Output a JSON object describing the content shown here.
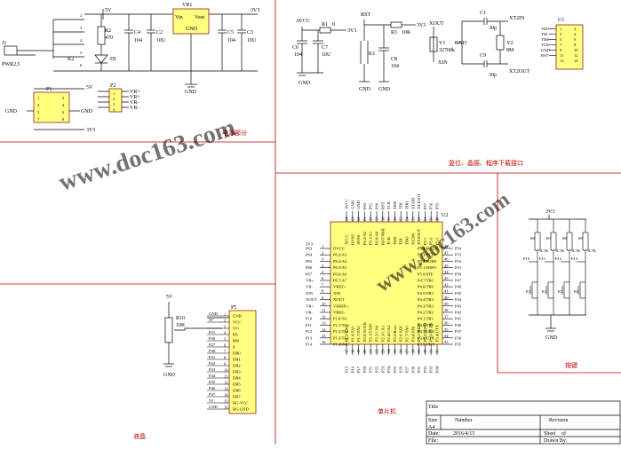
{
  "sections": {
    "power": "电源部分",
    "reset": "复位、晶振、程序下载接口",
    "mcu": "单片机",
    "lcd": "液晶",
    "keys": "按键"
  },
  "power": {
    "jack": "J1",
    "jack_label": "PWR2.5",
    "switch": "K2",
    "resistor": "R2",
    "resistor_value": "470",
    "led": "DI",
    "vr": "VR1",
    "vr_pins": [
      "Vin",
      "GND",
      "Vout"
    ],
    "caps": [
      "C4",
      "C2",
      "C5",
      "C3"
    ],
    "cap_values": [
      "104",
      "10U",
      "104",
      "10U"
    ],
    "net_5v": "5V",
    "net_3v3": "3V3",
    "gnd": "GND",
    "switch_pins": [
      "2",
      "3",
      "4",
      "5",
      "6"
    ],
    "p1": "P1",
    "p2": "P2",
    "p2_labels": [
      "VR+",
      "VR+",
      "VR-",
      "VR-"
    ],
    "pin_nums": [
      "1",
      "2",
      "3",
      "4",
      "5",
      "6",
      "7",
      "8"
    ]
  },
  "reset": {
    "avcc": "AVCC",
    "r1": "R1",
    "r1_value": "0",
    "c6": "C6",
    "c6_value": "104",
    "c7": "C7",
    "c7_value": "10U",
    "rst": "RST",
    "r3": "R3",
    "r3_value": "10K",
    "k1": "K1",
    "c8": "C8",
    "c8_value": "104",
    "xout": "XOUT",
    "y1": "Y1",
    "y1_value": "32768k",
    "xin": "XIN",
    "c1": "C1",
    "c1_value": "30p",
    "c9": "C9",
    "c9_value": "30p",
    "y2": "Y2",
    "y2_value": "8M",
    "xt2in": "XT2IN",
    "xt2out": "XT2OUT",
    "u1": "U1",
    "u1_labels": [
      "TDO",
      "TDI",
      "TMS",
      "TCK",
      "GND",
      "RST"
    ],
    "u1_pins": [
      "1",
      "2",
      "3",
      "4",
      "5",
      "6",
      "7",
      "8",
      "9",
      "10",
      "11",
      "12",
      "13",
      "14"
    ]
  },
  "mcu": {
    "ref": "U2",
    "left_nets": [
      "3V3",
      "P63",
      "P64",
      "P65",
      "P66",
      "P67",
      "VR+",
      "VR-",
      "XIN",
      "XOUT",
      "VR+",
      "VR-",
      "P10",
      "P11",
      "P12",
      "P13",
      "P14"
    ],
    "left_pins": [
      "DVCC",
      "P6.3/A3",
      "P6.4/A4",
      "P6.5/A5",
      "P6.6/A6",
      "P6.7/A7",
      "VREF+",
      "XIN",
      "XOUT",
      "VEREF+",
      "VREF-",
      "P1.0/TA",
      "P1.1/TA0",
      "P1.2/TA1",
      "P1.3/TA2",
      "P1.4SMC"
    ],
    "right_nets": [
      "P54",
      "P53",
      "P52",
      "P51",
      "P50",
      "P47",
      "P46",
      "P45",
      "P44",
      "P43",
      "P42",
      "P41",
      "P40",
      "P37",
      "P36",
      "P35"
    ],
    "right_pins": [
      "P5.4/MCLK",
      "P5.3/UCLK",
      "P5.2/SOMI",
      "P5.1/SIMO",
      "P5.0/STE",
      "P4.7/TBC",
      "P4.6/TB6",
      "P4.5/TB5",
      "P4.4/TB4",
      "P4.3/TB3",
      "P4.2/TB2",
      "P4.1/TB1",
      "P4.0/TB0",
      "P3.7/URX",
      "P3.6/UTX",
      "P3.5/URX"
    ],
    "right_nums": [
      "48",
      "47",
      "46",
      "45",
      "44",
      "43",
      "42",
      "41",
      "40",
      "39",
      "38",
      "37",
      "36",
      "35",
      "34",
      "33"
    ],
    "top_pins": [
      "AVCC",
      "DVSS",
      "AVSS",
      "P6.2/A2",
      "P6.1/A1",
      "P6.0/A0",
      "RST/NMI",
      "TCK",
      "TMS",
      "TDI",
      "TDO",
      "XT2IN",
      "XT2OUT",
      "P5.7",
      "P5.6",
      "P5.5"
    ],
    "top_nets": [
      "AVCC",
      "GND",
      "GND",
      "P62",
      "P61",
      "P60",
      "RST",
      "TCK",
      "TMS",
      "TDI",
      "TDO",
      "XT2IN",
      "XT2OUT",
      "P57",
      "P56",
      "P55"
    ],
    "bottom_pins": [
      "P1.5/TA0",
      "P1.6/TA1",
      "P1.7/TA2",
      "P2.0/ACLK",
      "P2.1/TAIN",
      "P2.2/CA0",
      "P2.3/CA1",
      "P2.4/CA2",
      "P2.5/Rosc",
      "P2.6/ADC",
      "P2.7/TA0",
      "P3.0/STE",
      "P3.1/SIMO",
      "P3.2/SOMI",
      "P3.3/UCLK",
      "P3.4/UTX"
    ],
    "bottom_nets": [
      "P15",
      "P16",
      "P17",
      "P20",
      "P21",
      "P22",
      "P23",
      "P24",
      "P25",
      "P26",
      "P27",
      "P30",
      "P31",
      "P32",
      "P33",
      "P34"
    ]
  },
  "lcd": {
    "net_5v": "5V",
    "r10": "R10",
    "r10_value": "10K",
    "gnd": "GND",
    "p5": "P5",
    "pins": [
      "GND",
      "VCC",
      "VO",
      "RS",
      "RW",
      "E",
      "DB0",
      "DB1",
      "DB2",
      "DB3",
      "DB4",
      "DB5",
      "DB6",
      "DB7",
      "BG-VCC",
      "BG-GND"
    ],
    "nets": [
      "GND",
      "5V",
      "",
      "P31",
      "P30",
      "P27",
      "P40",
      "P41",
      "P42",
      "P43",
      "P44",
      "P45",
      "P46",
      "P47",
      "5V",
      "GND"
    ]
  },
  "keys": {
    "net": "3V3",
    "resistors": [
      "R6",
      "R7",
      "R8",
      "R9"
    ],
    "value": "4.7K",
    "ports": [
      "P10",
      "P11",
      "P12",
      "P13"
    ],
    "switches": [
      "K3",
      "K4",
      "K5",
      "K6"
    ],
    "gnd": "GND"
  },
  "title_block": {
    "title": "Title",
    "size_label": "Size",
    "size": "A4",
    "number_label": "Number",
    "revision_label": "Revision",
    "date_label": "Date:",
    "date": "2016/4/15",
    "sheet_label": "Sheet",
    "of_label": "of",
    "file_label": "File:",
    "drawn_label": "Drawn By:"
  },
  "watermark": "www.doc163.com",
  "colors": {
    "border": "#c00000",
    "line": "#000000",
    "part": "#ffff80",
    "part_edge": "#800000"
  }
}
